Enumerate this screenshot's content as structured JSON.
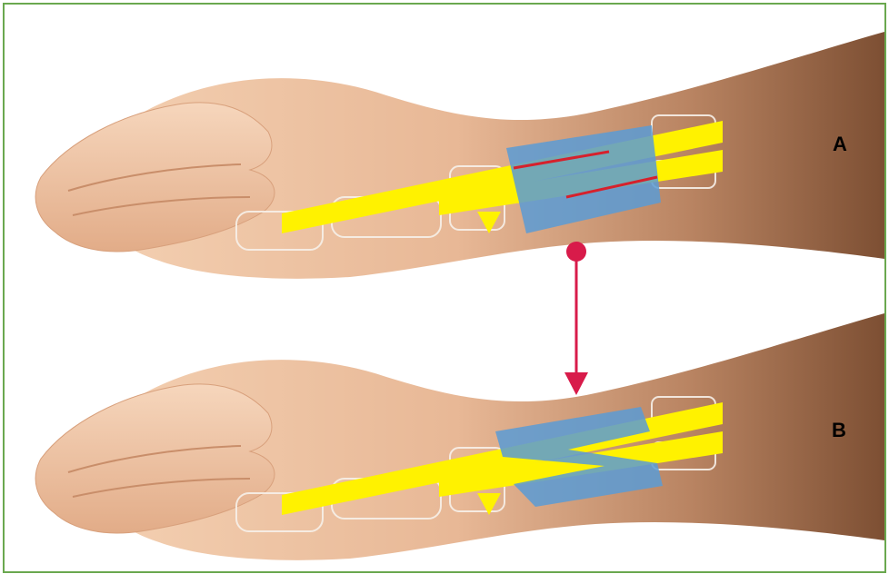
{
  "panels": [
    {
      "label": "A",
      "state": "incision-lines"
    },
    {
      "label": "B",
      "state": "z-plasty-flaps"
    }
  ],
  "colors": {
    "frame": "#6aa84f",
    "tendon": "#fff200",
    "flap": "#5b9bd5",
    "incision": "#d6212c",
    "arrow": "#d81b4a",
    "skin_light": "#f0c9a8",
    "skin_dark": "#8a5a3c"
  },
  "icons": [
    "hand-illustration",
    "tendon-overlay",
    "skin-flap",
    "transition-arrow"
  ]
}
